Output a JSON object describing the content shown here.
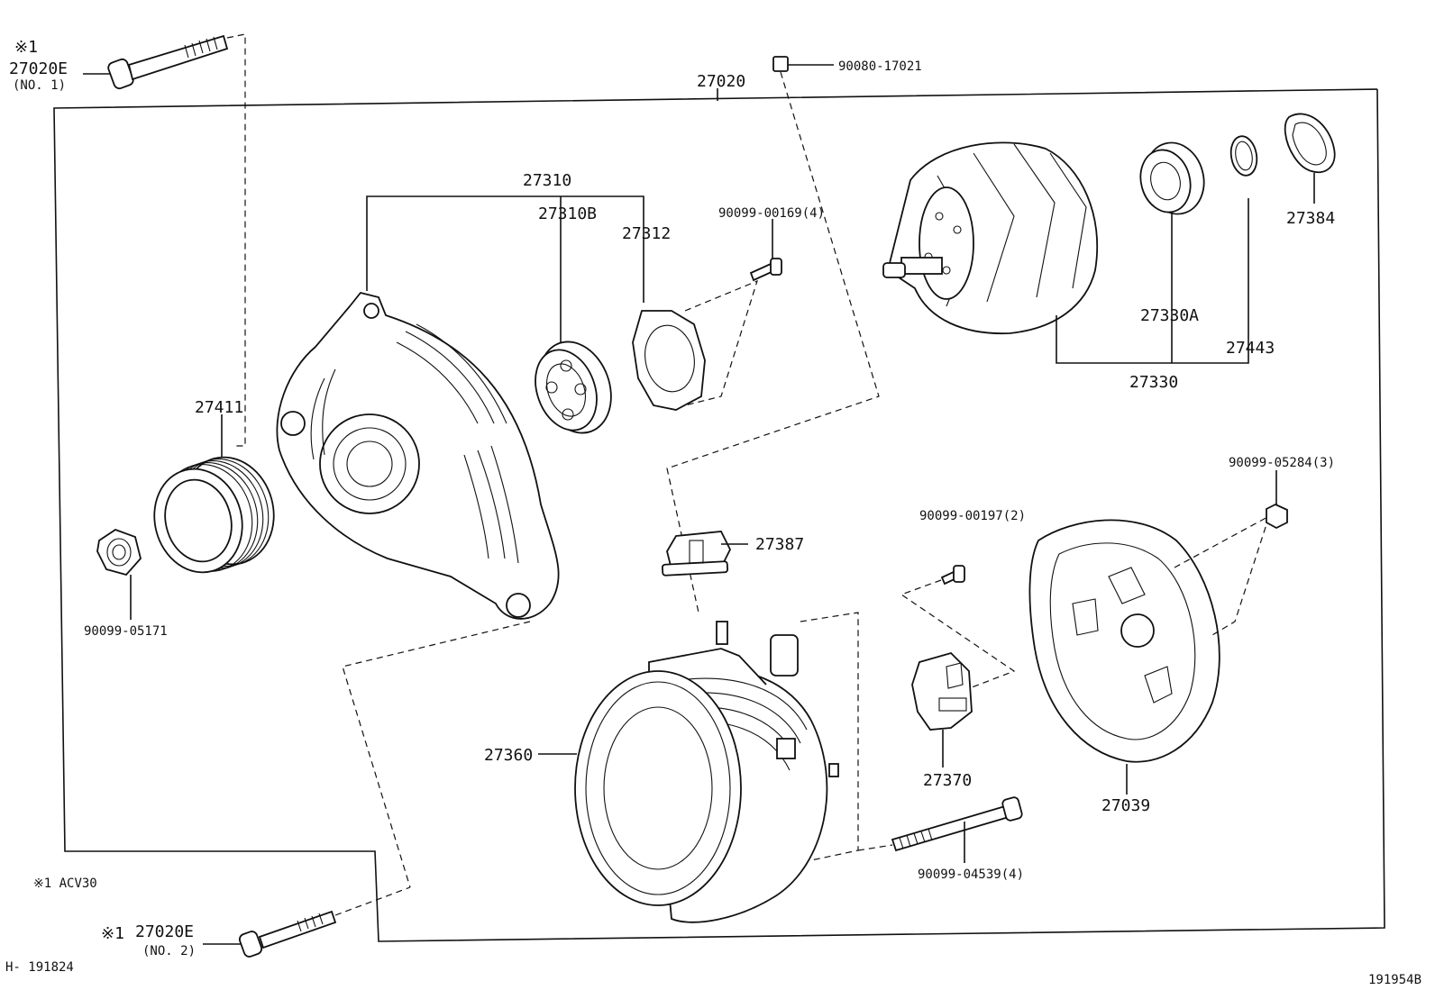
{
  "labels": {
    "asm_main": "27020",
    "note_star1_top": "※1",
    "bolt_top_part": "27020E",
    "bolt_top_no": "(NO. 1)",
    "stud_top": "90080-17021",
    "frame_asm": "27310",
    "bearing_front": "27310B",
    "retainer": "27312",
    "screw_retainer": "90099-00169(4)",
    "pulley": "27411",
    "nut_pulley": "90099-05171",
    "rotor_asm": "27330",
    "bearing_rear": "27330A",
    "ring": "27443",
    "cover_ring": "27384",
    "insulator": "27387",
    "stator": "27360",
    "screw_brush": "90099-00197(2)",
    "brush_holder": "27370",
    "nut_rear": "90099-05284(3)",
    "rear_cover": "27039",
    "bolt_thru": "90099-04539(4)",
    "note_star1": "※1  ACV30",
    "bolt_bottom_star": "※1",
    "bolt_bottom_part": "27020E",
    "bolt_bottom_no": "(NO. 2)",
    "diagram_id": "H- 191824",
    "image_code": "191954B"
  }
}
